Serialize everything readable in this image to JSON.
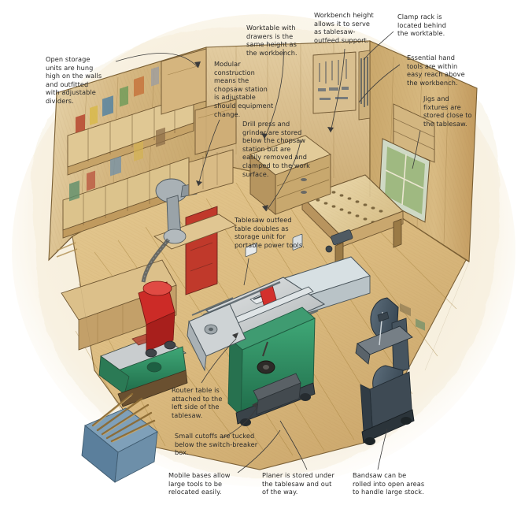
{
  "figure": {
    "type": "cutaway-illustration",
    "subject": "one-car-garage woodworking shop layout",
    "style": "watercolor and ink perspective cutaway",
    "palette": {
      "wood_wall": "#c8a268",
      "wood_floor": "#d7b882",
      "wood_light": "#e6d3a8",
      "tablesaw_body": "#2e8b62",
      "cast_iron_top": "#c3c6c8",
      "bandsaw_body": "#4a5a68",
      "jointer_body": "#2f8d55",
      "dust_collector": "#cc2b27",
      "cutoff_bin": "#5b7f9c",
      "cabinet_red": "#c0392b",
      "ink": "#3a3026",
      "text": "#2b2b2b",
      "window_view": "#8fae6a",
      "background": "#ffffff"
    }
  },
  "callouts": [
    {
      "id": "open-storage",
      "text": "Open storage\nunits are hung\nhigh on the walls\nand outfitted\nwith adjustable\ndividers."
    },
    {
      "id": "modular-construction",
      "text": "Modular\nconstruction\nmeans the\nchopsaw station\nis adjustable\nshould equipment\nchange."
    },
    {
      "id": "worktable-drawers",
      "text": "Worktable with\ndrawers is the\nsame height as\nthe workbench."
    },
    {
      "id": "workbench-height",
      "text": "Workbench height\nallows it to serve\nas tablesaw-\noutfeed support."
    },
    {
      "id": "clamp-rack",
      "text": "Clamp rack is\nlocated behind\nthe worktable."
    },
    {
      "id": "hand-tools",
      "text": "Essential hand\ntools are within\neasy reach above\nthe workbench."
    },
    {
      "id": "jigs-fixtures",
      "text": "Jigs and\nfixtures are\nstored close to\nthe tablesaw."
    },
    {
      "id": "drill-press",
      "text": "Drill press and\ngrinder are stored\nbelow the chopsaw\nstation but are\neasily removed and\nclamped to the work\nsurface."
    },
    {
      "id": "outfeed-table",
      "text": "Tablesaw outfeed\ntable doubles as\nstorage unit for\nportable power tools."
    },
    {
      "id": "router-table",
      "text": "Router table is\nattached to the\nleft side of the\ntablesaw."
    },
    {
      "id": "small-cutoffs",
      "text": "Small cutoffs are tucked\nbelow the switch-breaker\nbox."
    },
    {
      "id": "mobile-bases",
      "text": "Mobile bases allow\nlarge tools to be\nrelocated easily."
    },
    {
      "id": "planer",
      "text": "Planer is stored under\nthe tablesaw and out\nof the way."
    },
    {
      "id": "bandsaw",
      "text": "Bandsaw can be\nrolled into open areas\nto handle large stock."
    }
  ]
}
